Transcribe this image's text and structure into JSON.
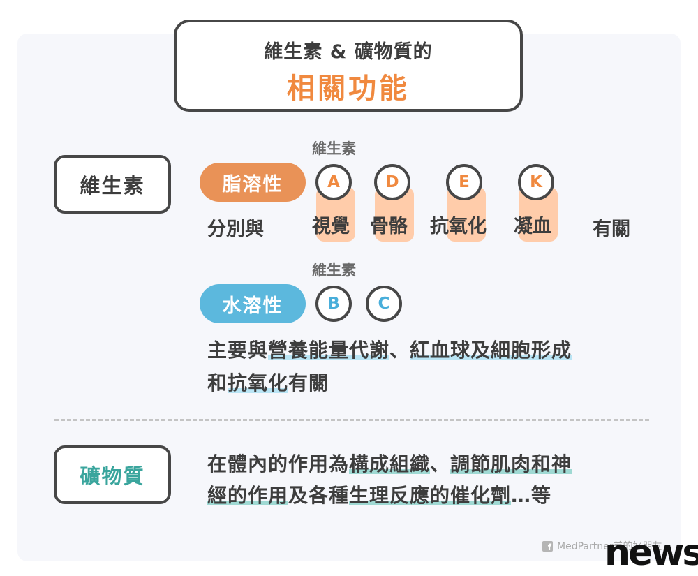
{
  "title": {
    "line1": "維生素 & 礦物質的",
    "line2": "相關功能"
  },
  "vitamins": {
    "box_label": "維生素",
    "fat_soluble": {
      "small_label": "維生素",
      "pill_label": "脂溶性",
      "letters": [
        "A",
        "D",
        "E",
        "K"
      ],
      "prefix": "分別與",
      "functions": [
        "視覺",
        "骨骼",
        "抗氧化",
        "凝血"
      ],
      "suffix": "有關"
    },
    "water_soluble": {
      "small_label": "維生素",
      "pill_label": "水溶性",
      "letters": [
        "B",
        "C"
      ],
      "line1": {
        "t1": "主要與",
        "u1": "營養能量代謝",
        "t2": "、",
        "u2": "紅血球及細胞形成"
      },
      "line2": {
        "t1": "和",
        "u1": "抗氧化",
        "t2": "有關"
      }
    }
  },
  "minerals": {
    "box_label": "礦物質",
    "line1": {
      "t1": "在體內的作用為",
      "u1": "構成組織",
      "t2": "、",
      "u2": "調節肌肉和神"
    },
    "line2": {
      "u1": "經的作用",
      "t1": "及各種",
      "u2": "生理反應的催化劑",
      "t2": "…等"
    }
  },
  "credit": {
    "icon": "facebook-icon",
    "text": "MedPartner美的好朋友"
  },
  "logo": {
    "text": "news"
  },
  "colors": {
    "orange": "#f0893f",
    "fat_pill": "#e99257",
    "water_pill": "#5cb8dd",
    "teal": "#3aa59d",
    "highlight": "#ffccaa"
  }
}
